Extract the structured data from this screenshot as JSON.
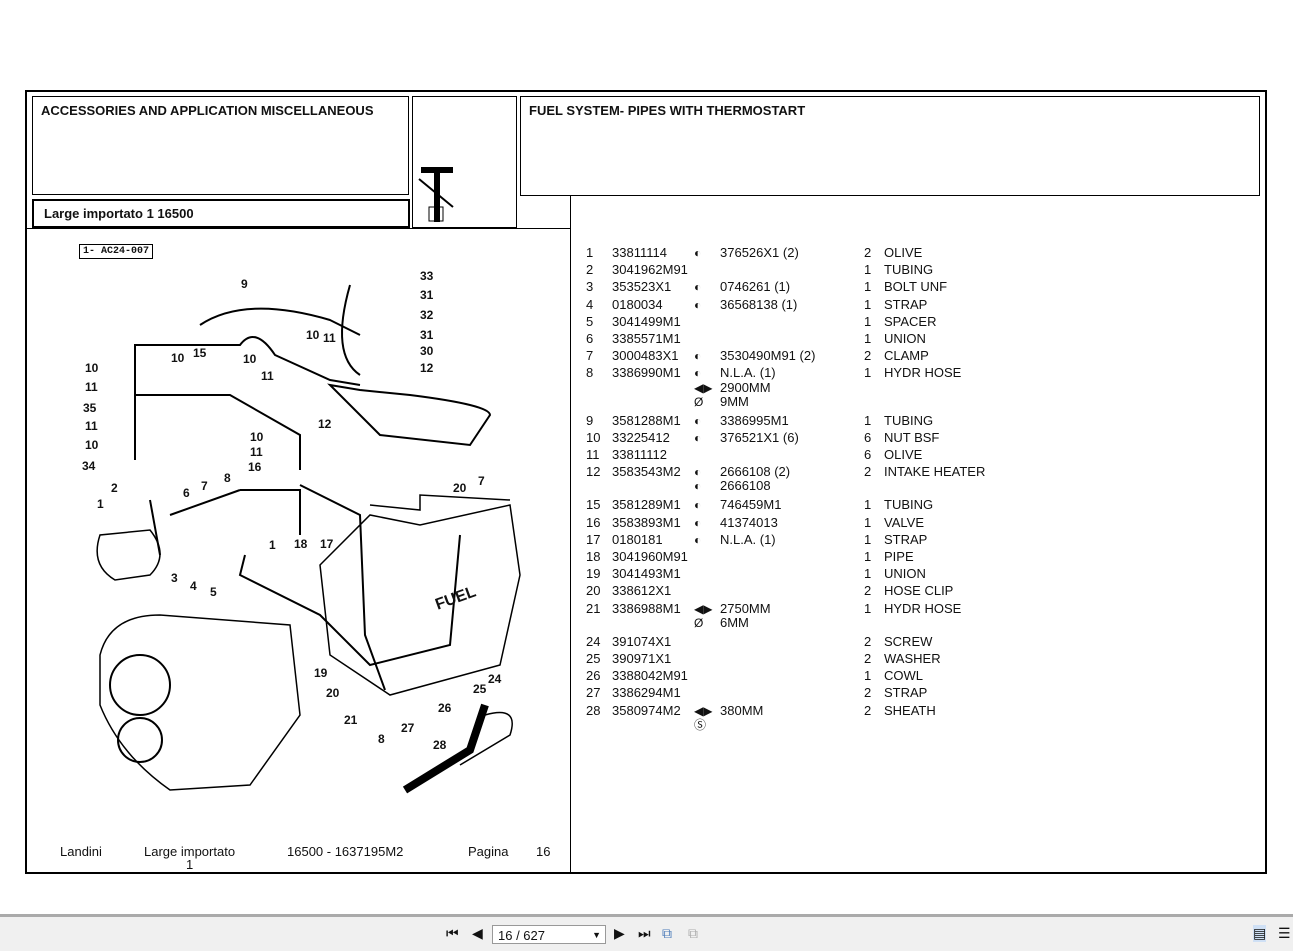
{
  "header": {
    "section": "ACCESSORIES AND APPLICATION MISCELLANEOUS",
    "model": "Large importato 1 16500",
    "title": "FUEL SYSTEM- PIPES WITH THERMOSTART"
  },
  "diagram": {
    "ref": "1- AC24-007",
    "fuel_label": "FUEL",
    "callouts": [
      "9",
      "33",
      "31",
      "32",
      "31",
      "30",
      "10",
      "11",
      "12",
      "10",
      "11",
      "10",
      "15",
      "10",
      "11",
      "35",
      "11",
      "10",
      "34",
      "10",
      "11",
      "16",
      "12",
      "8",
      "7",
      "6",
      "2",
      "1",
      "3",
      "4",
      "5",
      "1",
      "18",
      "17",
      "20",
      "7",
      "19",
      "20",
      "21",
      "8",
      "27",
      "26",
      "25",
      "24",
      "28"
    ]
  },
  "parts": [
    {
      "ref": "1",
      "part": "33811114",
      "icon": "interchange",
      "alt": "376526X1  (2)",
      "qty": "2",
      "desc": "OLIVE"
    },
    {
      "ref": "2",
      "part": "3041962M91",
      "qty": "1",
      "desc": "TUBING"
    },
    {
      "ref": "3",
      "part": "353523X1",
      "icon": "interchange",
      "alt": "0746261  (1)",
      "qty": "1",
      "desc": "BOLT UNF"
    },
    {
      "ref": "4",
      "part": "0180034",
      "icon": "interchange",
      "alt": "36568138  (1)",
      "qty": "1",
      "desc": "STRAP"
    },
    {
      "ref": "5",
      "part": "3041499M1",
      "qty": "1",
      "desc": "SPACER"
    },
    {
      "ref": "6",
      "part": "3385571M1",
      "qty": "1",
      "desc": "UNION"
    },
    {
      "ref": "7",
      "part": "3000483X1",
      "icon": "interchange",
      "alt": "3530490M91  (2)",
      "qty": "2",
      "desc": "CLAMP"
    },
    {
      "ref": "8",
      "part": "3386990M1",
      "icon": "interchange",
      "alt": "N.L.A.  (1)",
      "qty": "1",
      "desc": "HYDR HOSE",
      "extra": [
        {
          "icon": "length",
          "text": "2900MM"
        },
        {
          "icon": "diameter",
          "text": "9MM"
        }
      ]
    },
    {
      "ref": "9",
      "part": "3581288M1",
      "icon": "interchange",
      "alt": "3386995M1",
      "qty": "1",
      "desc": "TUBING"
    },
    {
      "ref": "10",
      "part": "33225412",
      "icon": "interchange",
      "alt": "376521X1  (6)",
      "qty": "6",
      "desc": "NUT BSF"
    },
    {
      "ref": "11",
      "part": "33811112",
      "qty": "6",
      "desc": "OLIVE"
    },
    {
      "ref": "12",
      "part": "3583543M2",
      "icon": "interchange",
      "alt": "2666108  (2)",
      "qty": "2",
      "desc": "INTAKE HEATER",
      "extra": [
        {
          "icon": "interchange",
          "text": "2666108"
        }
      ]
    },
    {
      "ref": "15",
      "part": "3581289M1",
      "icon": "interchange",
      "alt": "746459M1",
      "qty": "1",
      "desc": "TUBING"
    },
    {
      "ref": "16",
      "part": "3583893M1",
      "icon": "interchange",
      "alt": "41374013",
      "qty": "1",
      "desc": "VALVE"
    },
    {
      "ref": "17",
      "part": "0180181",
      "icon": "interchange",
      "alt": "N.L.A.  (1)",
      "qty": "1",
      "desc": "STRAP"
    },
    {
      "ref": "18",
      "part": "3041960M91",
      "qty": "1",
      "desc": "PIPE"
    },
    {
      "ref": "19",
      "part": "3041493M1",
      "qty": "1",
      "desc": "UNION"
    },
    {
      "ref": "20",
      "part": "338612X1",
      "qty": "2",
      "desc": "HOSE CLIP"
    },
    {
      "ref": "21",
      "part": "3386988M1",
      "icon": "length",
      "alt": "2750MM",
      "qty": "1",
      "desc": "HYDR HOSE",
      "extra": [
        {
          "icon": "diameter",
          "text": "6MM"
        }
      ]
    },
    {
      "ref": "24",
      "part": "391074X1",
      "qty": "2",
      "desc": "SCREW"
    },
    {
      "ref": "25",
      "part": "390971X1",
      "qty": "2",
      "desc": "WASHER"
    },
    {
      "ref": "26",
      "part": "3388042M91",
      "qty": "1",
      "desc": "COWL"
    },
    {
      "ref": "27",
      "part": "3386294M1",
      "qty": "2",
      "desc": "STRAP"
    },
    {
      "ref": "28",
      "part": "3580974M2",
      "icon": "length",
      "alt": "380MM",
      "qty": "2",
      "desc": "SHEATH",
      "extra": [
        {
          "icon": "s-circle",
          "text": ""
        }
      ]
    }
  ],
  "footer": {
    "brand": "Landini",
    "model": "Large importato",
    "model_line2": "1",
    "code": "16500 - 1637195M2",
    "page_label": "Pagina",
    "page": "16"
  },
  "viewer": {
    "page_display": "16 / 627"
  }
}
